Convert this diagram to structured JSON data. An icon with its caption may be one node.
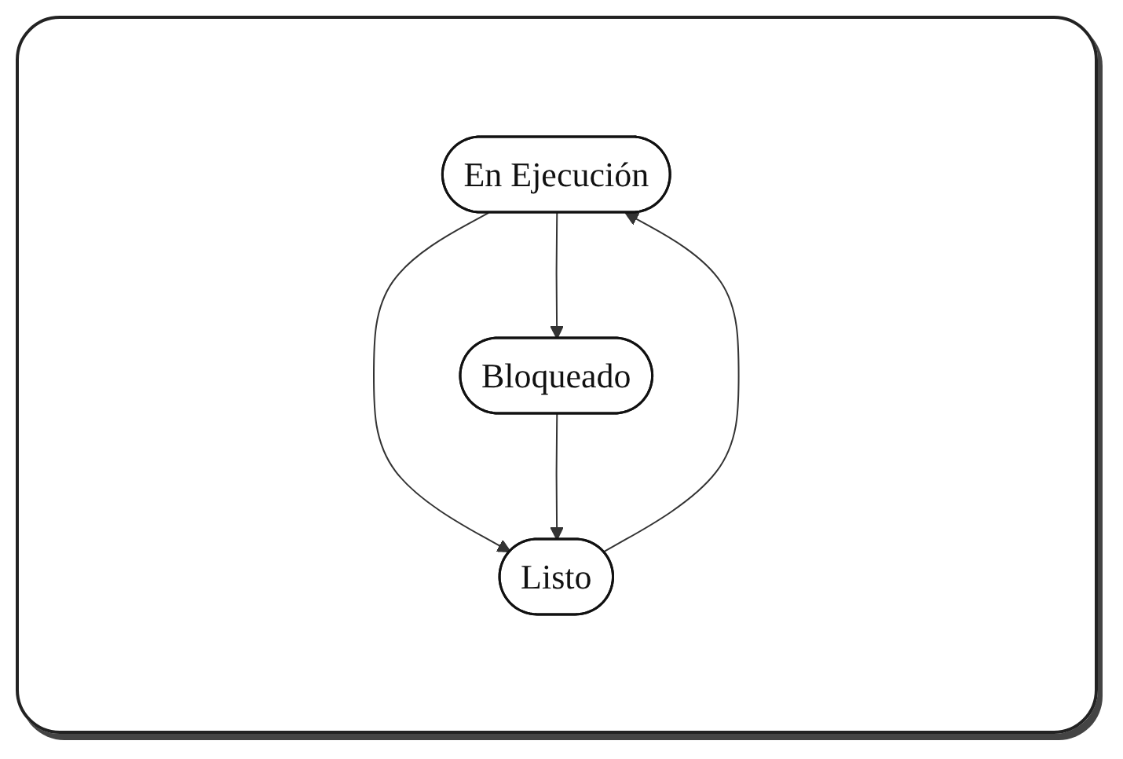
{
  "diagram": {
    "nodes": [
      {
        "text": [
          "En Ejecución"
        ]
      },
      {
        "text": [
          "Bloqueado"
        ]
      },
      {
        "text": [
          "Listo"
        ]
      }
    ],
    "edges": [
      {
        "from": 0,
        "to": 1,
        "arrow": "to"
      },
      {
        "from": 0,
        "to": 2,
        "arrow": "to"
      },
      {
        "from": 2,
        "to": 0,
        "arrow": "to"
      },
      {
        "from": 1,
        "to": 2,
        "arrow": "to"
      }
    ]
  }
}
